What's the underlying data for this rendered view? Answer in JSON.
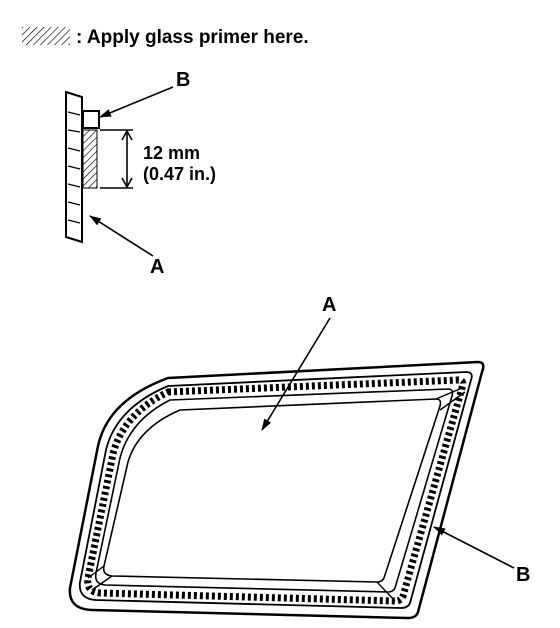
{
  "legend": {
    "text": ": Apply glass primer here."
  },
  "detail": {
    "label_b": "B",
    "label_a": "A",
    "dimension_mm": "12 mm",
    "dimension_in": "(0.47 in.)"
  },
  "main": {
    "label_a": "A",
    "label_b": "B"
  },
  "colors": {
    "ink": "#000000",
    "background": "#ffffff"
  }
}
